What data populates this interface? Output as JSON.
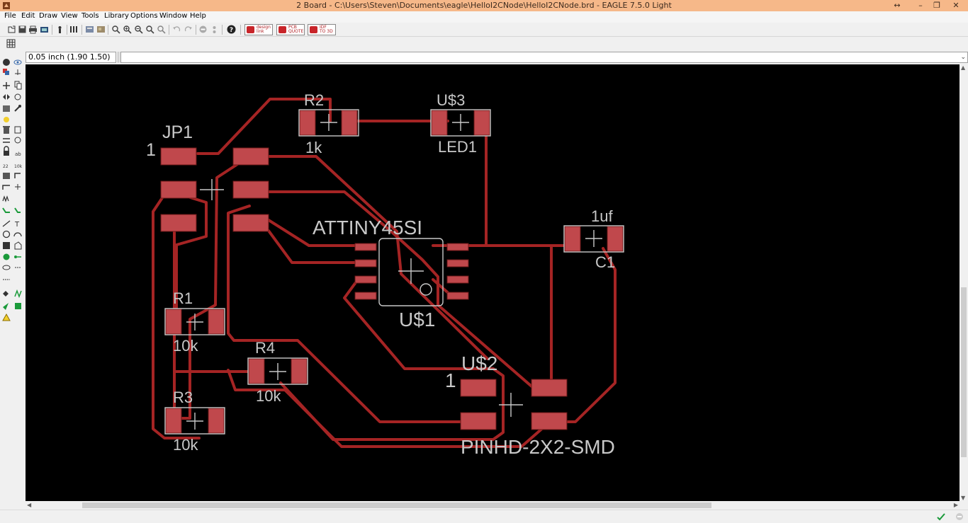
{
  "window": {
    "title": "2 Board - C:\\Users\\Steven\\Documents\\eagle\\HelloI2CNode\\HelloI2CNode.brd - EAGLE 7.5.0 Light",
    "controls": [
      "↔",
      "–",
      "❐",
      "✕"
    ]
  },
  "menu": [
    "File",
    "Edit",
    "Draw",
    "View",
    "Tools",
    "Library",
    "Options",
    "Window",
    "Help"
  ],
  "toolbar": {
    "links": [
      {
        "line1": "design",
        "line2": "link"
      },
      {
        "line1": "PCB",
        "line2": "QUOTE"
      },
      {
        "line1": "IDF",
        "line2": "TO 3D"
      }
    ],
    "help_glyph": "?"
  },
  "command": {
    "coordinates": "0.05 inch (1.90 1.50)",
    "value": "",
    "dropdown_glyph": "⌄"
  },
  "colors": {
    "canvas": "#000000",
    "trace": "#a52424",
    "pad": "#c0484c",
    "silk": "#c8c8c8",
    "titlebar": "#f6b889"
  },
  "board": {
    "components": [
      {
        "ref": "JP1",
        "pin1": "1",
        "value": ""
      },
      {
        "ref": "R2",
        "value": "1k"
      },
      {
        "ref": "U$3",
        "value": "LED1"
      },
      {
        "ref": "",
        "value": "ATTINY45SI"
      },
      {
        "ref": "U$1",
        "value": ""
      },
      {
        "ref": "",
        "value": "1uf"
      },
      {
        "ref": "C1",
        "value": ""
      },
      {
        "ref": "R1",
        "value": "10k"
      },
      {
        "ref": "R4",
        "value": "10k"
      },
      {
        "ref": "R3",
        "value": "10k"
      },
      {
        "ref": "U$2",
        "pin1": "1",
        "value": "PINHD-2X2-SMD"
      }
    ]
  },
  "scroll": {
    "up": "▲",
    "down": "▼",
    "left": "◀",
    "right": "▶"
  }
}
